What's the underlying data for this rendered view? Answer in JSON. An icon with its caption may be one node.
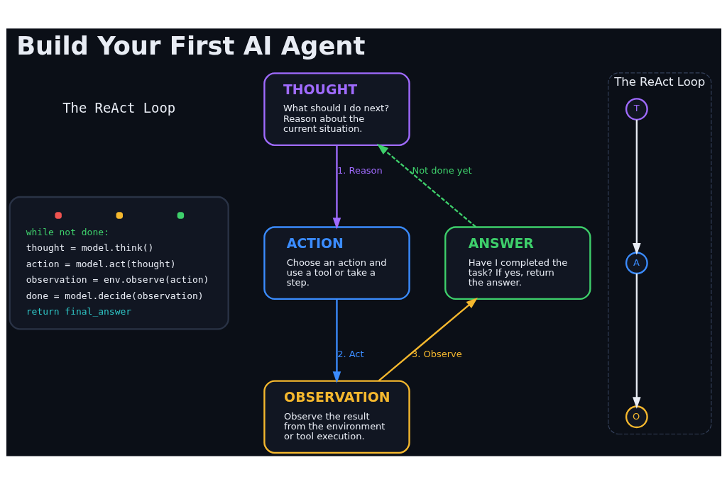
{
  "diagram": {
    "title": "Build Your First AI Agent",
    "nodes": [
      {
        "text": [
          "THOUGHT",
          "What should I do next? Reason about the current situation."
        ]
      },
      {
        "text": [
          "ACTION",
          "Choose an action and use a tool or take a step."
        ]
      },
      {
        "text": [
          "OBSERVATION",
          "Observe the result from the environment or tool execution."
        ]
      },
      {
        "text": [
          "ANSWER",
          "Have I completed the task? If yes, return the answer."
        ]
      },
      {
        "text": [
          "The ReAct Loop"
        ]
      },
      {
        "text": [
          "T"
        ],
        "in": 4
      },
      {
        "text": [
          "A"
        ],
        "in": 4
      },
      {
        "text": [
          "O"
        ],
        "in": 4
      },
      {
        "text": [
          "while not done:",
          "thought = model.think()",
          "action = model.act(thought)",
          "observation = env.observe(action)",
          "done = model.decide(observation)",
          "return final_answer"
        ]
      }
    ],
    "edges": [
      {
        "from": 0,
        "to": 1,
        "arrow": "to",
        "label": "1. Reason",
        "color": "#a06bff"
      },
      {
        "from": 1,
        "to": 2,
        "arrow": "to",
        "label": "2. Act",
        "color": "#3b8cff"
      },
      {
        "from": 2,
        "to": 3,
        "arrow": "to",
        "label": "3. Observe",
        "color": "#f5b82e"
      },
      {
        "from": 3,
        "to": 0,
        "arrow": "to",
        "label": "Not done yet",
        "style": "dashed",
        "color": "#3ecf6b"
      },
      {
        "from": 5,
        "to": 6,
        "arrow": "to"
      },
      {
        "from": 6,
        "to": 7,
        "arrow": "to"
      }
    ],
    "labels": [
      "The ReAct Loop"
    ]
  }
}
